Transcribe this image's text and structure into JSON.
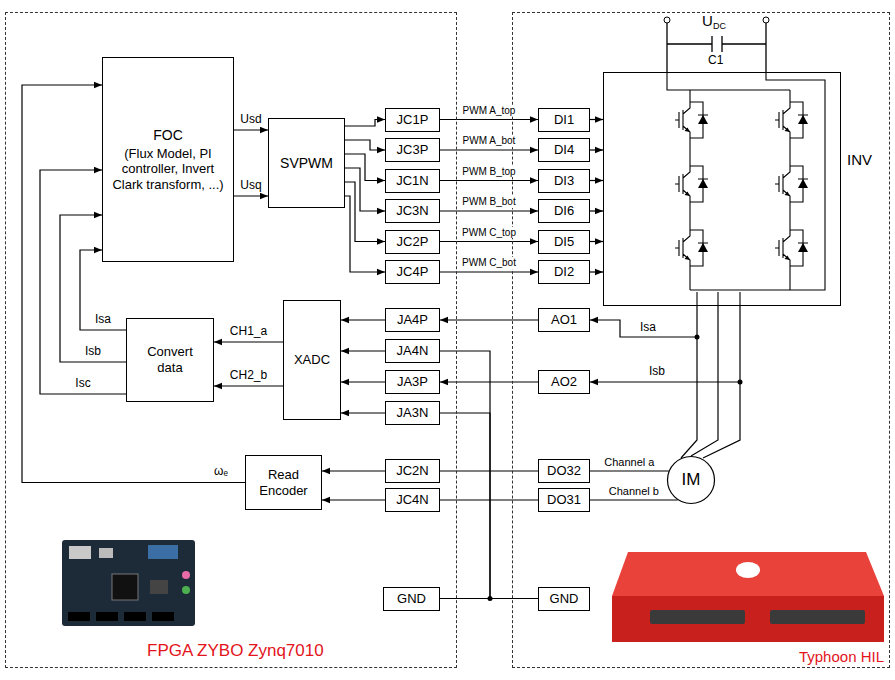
{
  "diagram": {
    "nodes": [
      {
        "text": [
          "FPGA ZYBO Zynq7010"
        ]
      },
      {
        "text": [
          "FOC",
          "(Flux Model, PI controller, Invert Clark transform, ...)"
        ],
        "in": 0
      },
      {
        "text": [
          "SVPWM"
        ],
        "in": 0
      },
      {
        "text": [
          "JC1P"
        ],
        "in": 0
      },
      {
        "text": [
          "JC3P"
        ],
        "in": 0
      },
      {
        "text": [
          "JC1N"
        ],
        "in": 0
      },
      {
        "text": [
          "JC3N"
        ],
        "in": 0
      },
      {
        "text": [
          "JC2P"
        ],
        "in": 0
      },
      {
        "text": [
          "JC4P"
        ],
        "in": 0
      },
      {
        "text": [
          "Convert data"
        ],
        "in": 0
      },
      {
        "text": [
          "XADC"
        ],
        "in": 0
      },
      {
        "text": [
          "JA4P"
        ],
        "in": 0
      },
      {
        "text": [
          "JA4N"
        ],
        "in": 0
      },
      {
        "text": [
          "JA3P"
        ],
        "in": 0
      },
      {
        "text": [
          "JA3N"
        ],
        "in": 0
      },
      {
        "text": [
          "Read Encoder"
        ],
        "in": 0
      },
      {
        "text": [
          "JC2N"
        ],
        "in": 0
      },
      {
        "text": [
          "JC4N"
        ],
        "in": 0
      },
      {
        "text": [
          "GND"
        ],
        "in": 0
      },
      {
        "text": [
          "Typhoon HIL"
        ]
      },
      {
        "text": [
          "INV"
        ],
        "in": 19
      },
      {
        "text": [
          "DI1"
        ],
        "in": 19
      },
      {
        "text": [
          "DI4"
        ],
        "in": 19
      },
      {
        "text": [
          "DI3"
        ],
        "in": 19
      },
      {
        "text": [
          "DI6"
        ],
        "in": 19
      },
      {
        "text": [
          "DI5"
        ],
        "in": 19
      },
      {
        "text": [
          "DI2"
        ],
        "in": 19
      },
      {
        "text": [
          "AO1"
        ],
        "in": 19
      },
      {
        "text": [
          "AO2"
        ],
        "in": 19
      },
      {
        "text": [
          "IM"
        ],
        "in": 19
      },
      {
        "text": [
          "DO32"
        ],
        "in": 19
      },
      {
        "text": [
          "DO31"
        ],
        "in": 19
      },
      {
        "text": [
          "GND"
        ],
        "in": 19
      }
    ],
    "edges": [
      {
        "from": 1,
        "to": 2,
        "label": "Usd",
        "arrow": "to"
      },
      {
        "from": 1,
        "to": 2,
        "label": "Usq",
        "arrow": "to"
      },
      {
        "from": 2,
        "to": 3,
        "arrow": "to"
      },
      {
        "from": 2,
        "to": 4,
        "arrow": "to"
      },
      {
        "from": 2,
        "to": 5,
        "arrow": "to"
      },
      {
        "from": 2,
        "to": 6,
        "arrow": "to"
      },
      {
        "from": 2,
        "to": 7,
        "arrow": "to"
      },
      {
        "from": 2,
        "to": 8,
        "arrow": "to"
      },
      {
        "from": 3,
        "to": 21,
        "label": "PWM A_top",
        "arrow": "to"
      },
      {
        "from": 4,
        "to": 22,
        "label": "PWM A_bot",
        "arrow": "to"
      },
      {
        "from": 5,
        "to": 23,
        "label": "PWM B_top",
        "arrow": "to"
      },
      {
        "from": 6,
        "to": 24,
        "label": "PWM B_bot",
        "arrow": "to"
      },
      {
        "from": 7,
        "to": 25,
        "label": "PWM C_top",
        "arrow": "to"
      },
      {
        "from": 8,
        "to": 26,
        "label": "PWM C_bot",
        "arrow": "to"
      },
      {
        "from": 21,
        "to": 20,
        "arrow": "to"
      },
      {
        "from": 22,
        "to": 20,
        "arrow": "to"
      },
      {
        "from": 23,
        "to": 20,
        "arrow": "to"
      },
      {
        "from": 24,
        "to": 20,
        "arrow": "to"
      },
      {
        "from": 25,
        "to": 20,
        "arrow": "to"
      },
      {
        "from": 26,
        "to": 20,
        "arrow": "to"
      },
      {
        "from": 20,
        "to": 29,
        "arrow": "none"
      },
      {
        "from": 27,
        "to": 11,
        "arrow": "to"
      },
      {
        "from": 28,
        "to": 13,
        "arrow": "to"
      },
      {
        "from": 11,
        "to": 10,
        "arrow": "to"
      },
      {
        "from": 12,
        "to": 10,
        "arrow": "to"
      },
      {
        "from": 13,
        "to": 10,
        "arrow": "to"
      },
      {
        "from": 14,
        "to": 10,
        "arrow": "to"
      },
      {
        "from": 10,
        "to": 9,
        "label": "CH1_a",
        "arrow": "to"
      },
      {
        "from": 10,
        "to": 9,
        "label": "CH2_b",
        "arrow": "to"
      },
      {
        "from": 9,
        "to": 1,
        "label": "Isa",
        "arrow": "to"
      },
      {
        "from": 9,
        "to": 1,
        "label": "Isb",
        "arrow": "to"
      },
      {
        "from": 9,
        "to": 1,
        "label": "Isc",
        "arrow": "to"
      },
      {
        "from": 15,
        "to": 1,
        "label": "ωₑ",
        "arrow": "to"
      },
      {
        "from": 16,
        "to": 15,
        "arrow": "to"
      },
      {
        "from": 17,
        "to": 15,
        "arrow": "to"
      },
      {
        "from": 30,
        "to": 16,
        "arrow": "none"
      },
      {
        "from": 31,
        "to": 17,
        "arrow": "none"
      },
      {
        "from": 29,
        "to": 30,
        "label": "Channel a",
        "arrow": "none"
      },
      {
        "from": 29,
        "to": 31,
        "label": "Channel b",
        "arrow": "none"
      },
      {
        "from": 18,
        "to": 32,
        "arrow": "none"
      },
      {
        "from": 12,
        "to": 32,
        "arrow": "none"
      },
      {
        "from": 14,
        "to": 32,
        "arrow": "none"
      }
    ],
    "labels": [
      "U",
      "DC",
      "C1",
      "Isa",
      "Isb"
    ]
  }
}
